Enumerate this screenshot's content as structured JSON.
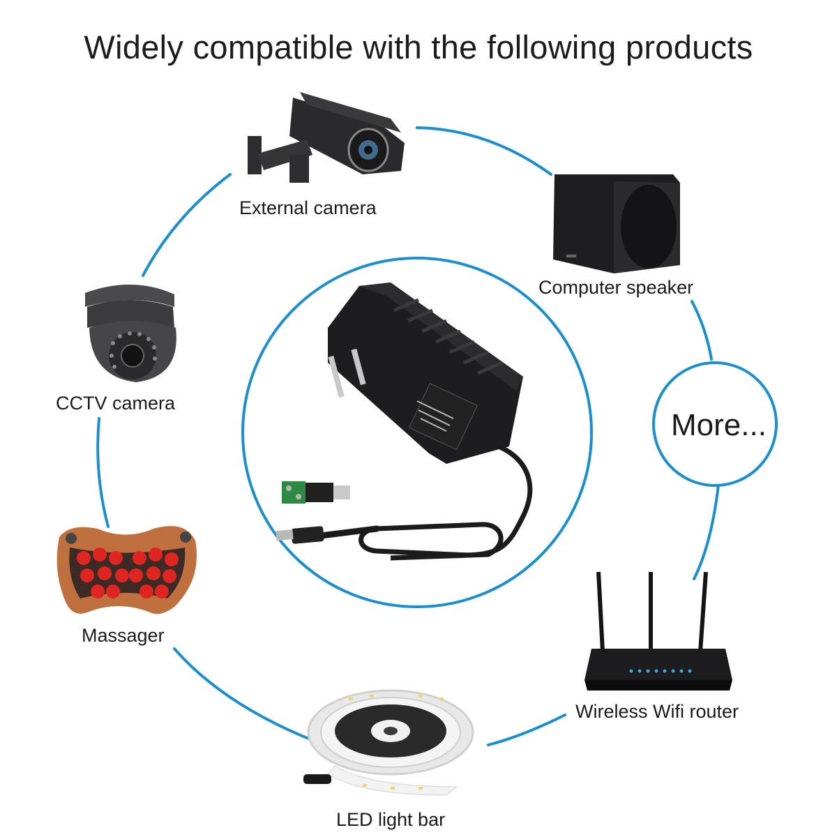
{
  "title": "Widely compatible with the following products",
  "accent_color": "#1a8fcf",
  "center_product": "power-adapter",
  "products": [
    {
      "name": "External camera",
      "icon": "bullet-camera-icon"
    },
    {
      "name": "Computer speaker",
      "icon": "speaker-icon"
    },
    {
      "name": "CCTV camera",
      "icon": "dome-camera-icon"
    },
    {
      "name": "Massager",
      "icon": "massager-icon"
    },
    {
      "name": "LED light bar",
      "icon": "led-strip-icon"
    },
    {
      "name": "Wireless Wifi router",
      "icon": "router-icon"
    }
  ],
  "more_label": "More..."
}
